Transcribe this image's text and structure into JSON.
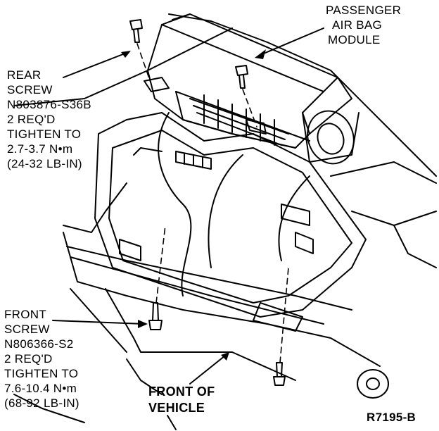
{
  "labels": {
    "module": [
      "PASSENGER",
      "AIR BAG",
      "MODULE"
    ],
    "rear_screw": [
      "REAR",
      "SCREW",
      "N803876-S36B",
      "2 REQ'D",
      "TIGHTEN TO",
      "2.7-3.7 N•m",
      "(24-32 LB-IN)"
    ],
    "front_screw": [
      "FRONT",
      "SCREW",
      "N806366-S2",
      "2 REQ'D",
      "TIGHTEN TO",
      "7.6-10.4 N•m",
      "(68-92 LB-IN)"
    ],
    "front_of_vehicle": [
      "FRONT OF",
      "VEHICLE"
    ],
    "figure_ref": "R7195-B"
  },
  "colors": {
    "ink": "#000000",
    "paper": "#ffffff"
  }
}
